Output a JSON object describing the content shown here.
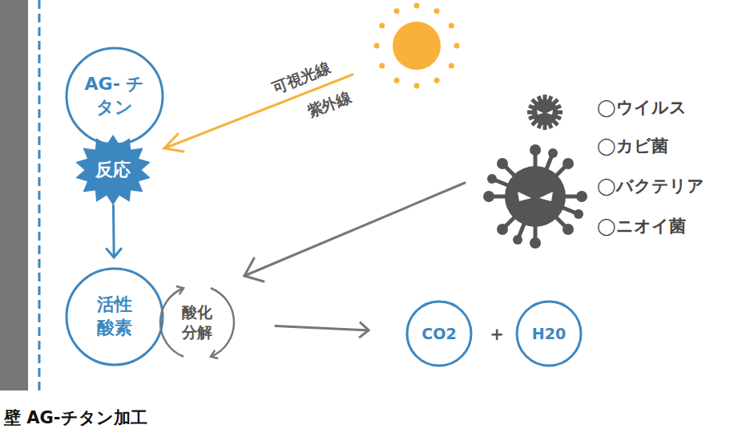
{
  "diagram": {
    "caption": "壁 AG-チタン加工",
    "nodes": [
      {
        "text": [
          "AG- チタン"
        ]
      },
      {
        "text": [
          "反応"
        ]
      },
      {
        "text": [
          "活性 酸素"
        ]
      },
      {
        "text": [
          "酸化 分解"
        ]
      },
      {
        "text": [
          "CO2"
        ]
      },
      {
        "text": [
          "H20"
        ]
      }
    ],
    "edges": [
      {
        "from": 1,
        "to": 2,
        "arrow": "to"
      },
      {
        "from": 3,
        "to": 4,
        "arrow": "to"
      }
    ],
    "labels": [
      "可視光線",
      "紫外線",
      "◯ウイルス",
      "◯カビ菌",
      "◯バクテリア",
      "◯ニオイ菌",
      "+"
    ]
  }
}
